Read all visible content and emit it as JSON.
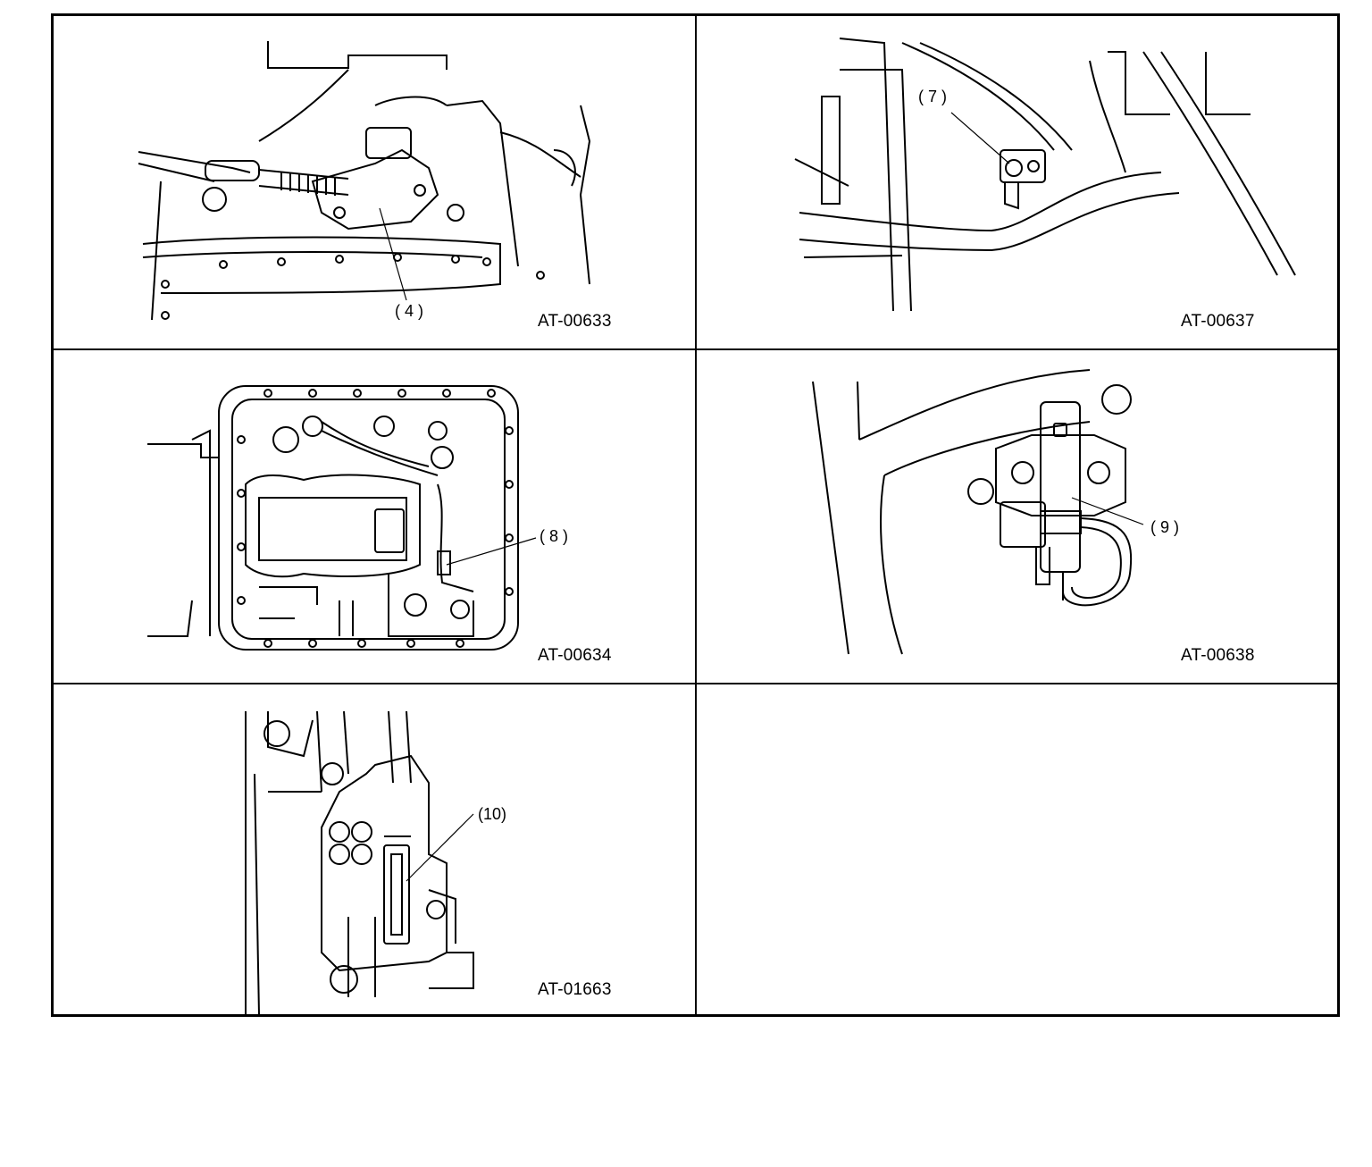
{
  "figures": [
    {
      "id": "AT-00633",
      "callout": "( 4 )"
    },
    {
      "id": "AT-00637",
      "callout": "( 7 )"
    },
    {
      "id": "AT-00634",
      "callout": "( 8 )"
    },
    {
      "id": "AT-00638",
      "callout": "( 9 )"
    },
    {
      "id": "AT-01663",
      "callout": "(10)"
    }
  ]
}
